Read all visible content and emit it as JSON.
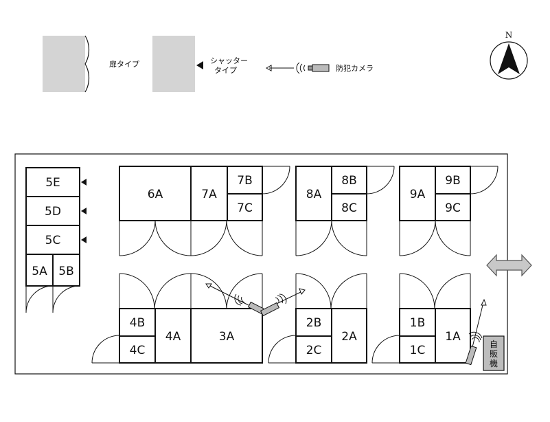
{
  "legend": {
    "door_type": "扉タイプ",
    "shutter_type_line1": "シャッター",
    "shutter_type_line2": "タイプ",
    "camera": "防犯カメラ"
  },
  "compass": {
    "north": "N"
  },
  "units": {
    "5E": "5E",
    "5D": "5D",
    "5C": "5C",
    "5A": "5A",
    "5B": "5B",
    "6A": "6A",
    "7A": "7A",
    "7B": "7B",
    "7C": "7C",
    "8A": "8A",
    "8B": "8B",
    "8C": "8C",
    "9A": "9A",
    "9B": "9B",
    "9C": "9C",
    "4B": "4B",
    "4C": "4C",
    "4A": "4A",
    "3A": "3A",
    "2B": "2B",
    "2C": "2C",
    "2A": "2A",
    "1B": "1B",
    "1C": "1C",
    "1A": "1A"
  },
  "vending": {
    "line1": "自",
    "line2": "販",
    "line3": "機"
  },
  "colors": {
    "legend_fill": "#d4d4d4",
    "vending_fill": "#bdbdbd",
    "arrow_fill": "#c8c8c8",
    "line": "#111111"
  }
}
